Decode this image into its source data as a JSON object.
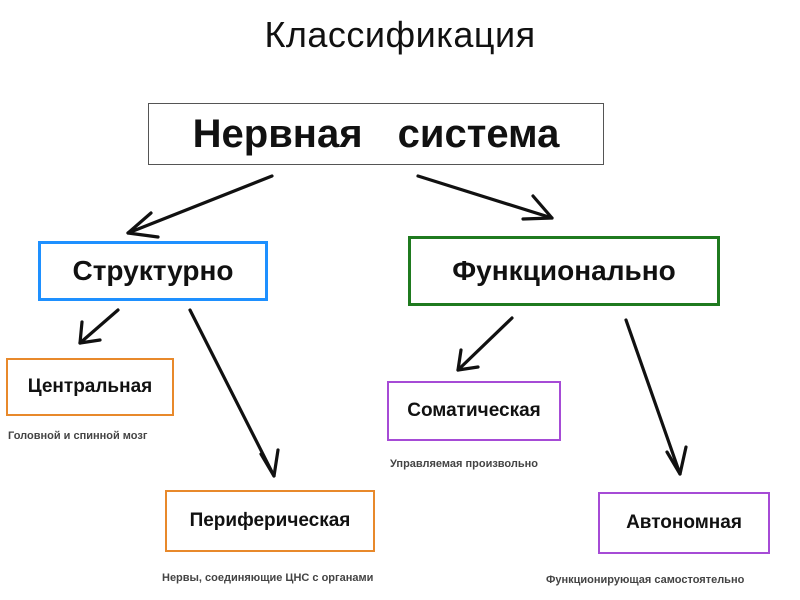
{
  "title": "Классификация",
  "root": {
    "label": "Нервная система"
  },
  "structural": {
    "label": "Структурно",
    "border_color": "#1e90ff",
    "children": [
      {
        "label": "Центральная",
        "description": "Головной и спинной мозг",
        "border_color": "#e8892b"
      },
      {
        "label": "Периферическая",
        "description": "Нервы, соединяющие ЦНС с органами",
        "border_color": "#e8892b"
      }
    ]
  },
  "functional": {
    "label": "Функционально",
    "border_color": "#1f7a1f",
    "children": [
      {
        "label": "Соматическая",
        "description": "Управляемая произвольно",
        "border_color": "#a64bd6"
      },
      {
        "label": "Автономная",
        "description": "Функционирующая самостоятельно",
        "border_color": "#a64bd6"
      }
    ]
  }
}
